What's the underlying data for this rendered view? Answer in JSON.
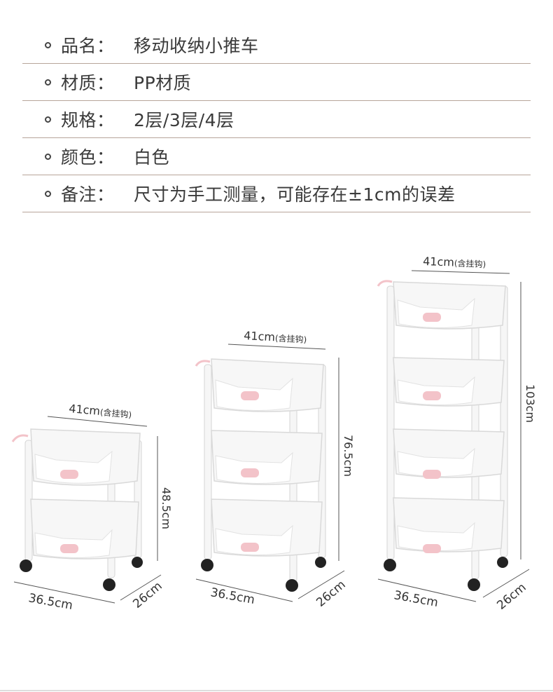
{
  "specs": [
    {
      "label": "品名：",
      "value": "移动收纳小推车"
    },
    {
      "label": "材质：",
      "value": "PP材质"
    },
    {
      "label": "规格：",
      "value": "2层/3层/4层"
    },
    {
      "label": "颜色：",
      "value": "白色"
    },
    {
      "label": "备注：",
      "value": "尺寸为手工测量，可能存在±1cm的误差"
    }
  ],
  "carts": [
    {
      "width": "41cm",
      "width_note": "(含挂钩)",
      "height": "48.5cm",
      "length": "36.5cm",
      "depth": "26cm",
      "tiers": 2
    },
    {
      "width": "41cm",
      "width_note": "(含挂钩)",
      "height": "76.5cm",
      "length": "36.5cm",
      "depth": "26cm",
      "tiers": 3
    },
    {
      "width": "41cm",
      "width_note": "(含挂钩)",
      "height": "103cm",
      "length": "36.5cm",
      "depth": "26cm",
      "tiers": 4
    }
  ],
  "colors": {
    "divider": "#b7a59a",
    "basket": "#f7f7f7",
    "basket_edge": "#d9d9d9",
    "handle": "#f3c3c9",
    "wheel": "#222222"
  }
}
